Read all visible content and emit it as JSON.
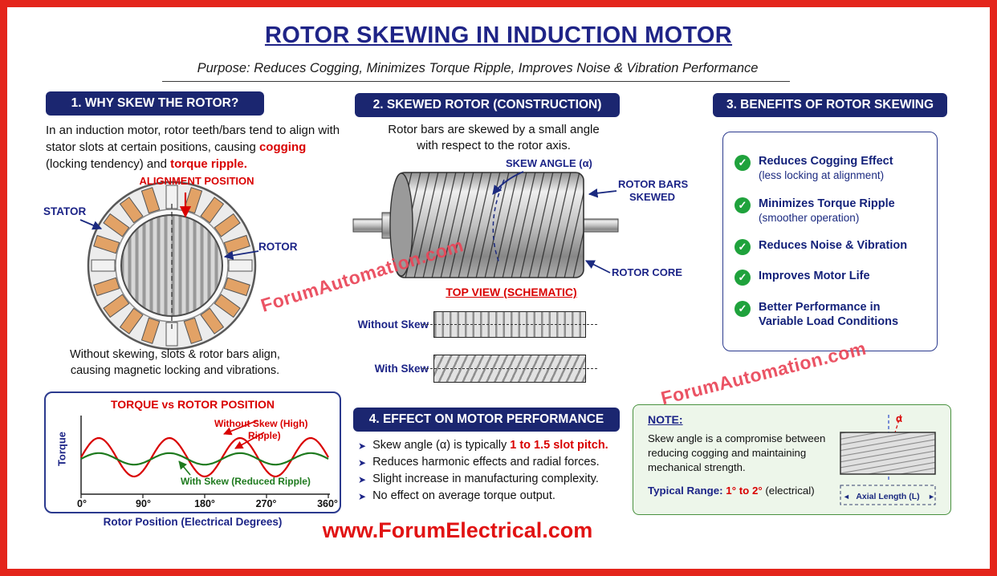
{
  "page": {
    "title": "ROTOR SKEWING IN INDUCTION MOTOR",
    "subtitle": "Purpose: Reduces Cogging, Minimizes Torque Ripple, Improves Noise & Vibration Performance",
    "footer": "www.ForumElectrical.com",
    "watermark": "ForumAutomation.com"
  },
  "icons": {
    "check": "✓",
    "bullet": "➤",
    "arrow_left": "◄",
    "arrow_right": "►"
  },
  "colors": {
    "navy_text": "#1c2487",
    "header_bg": "#1b2670",
    "red": "#d90000",
    "green": "#1e7a1e",
    "check_green": "#1fa23c",
    "slot_orange": "#e2a266",
    "watermark": "#ea465b",
    "note_bg": "#edf6ea",
    "note_border": "#49913f",
    "frame_red": "#e4251b"
  },
  "section1": {
    "header": "1. WHY SKEW THE ROTOR?",
    "intro_part1": "In an induction motor, rotor teeth/bars tend to align with stator slots at certain positions, causing ",
    "intro_cogging": "cogging",
    "intro_part2": " (locking tendency) and ",
    "intro_torque_ripple": "torque ripple.",
    "label_alignment_position": "ALIGNMENT POSITION",
    "label_stator": "STATOR",
    "label_rotor": "ROTOR",
    "caption": "Without skewing, slots & rotor bars align, causing magnetic locking and vibrations."
  },
  "chart_labels": {
    "legend_without_line1": "Without Skew (High)",
    "legend_without_line2": "Ripple)",
    "legend_with": "With Skew (Reduced Ripple)"
  },
  "chart_data": {
    "type": "line",
    "title": "TORQUE vs ROTOR POSITION",
    "xlabel": "Rotor Position (Electrical Degrees)",
    "ylabel": "Torque",
    "x_ticks": [
      "0°",
      "90°",
      "180°",
      "270°",
      "360°"
    ],
    "x_range": [
      0,
      360
    ],
    "grid": false,
    "legend_position": "inline-annotations",
    "series": [
      {
        "name": "Without Skew (High Ripple)",
        "color": "#d90000",
        "waveform": "sine",
        "ripple_cycles": 3.5,
        "amplitude": 1.0,
        "mean": 0.5
      },
      {
        "name": "With Skew (Reduced Ripple)",
        "color": "#1e7a1e",
        "waveform": "sine",
        "ripple_cycles": 3.5,
        "amplitude": 0.3,
        "mean": 0.45
      }
    ]
  },
  "section2": {
    "header": "2. SKEWED ROTOR (CONSTRUCTION)",
    "description_line1": "Rotor bars are skewed by a small angle",
    "description_line2": "with respect to the rotor axis.",
    "label_skew_angle": "SKEW ANGLE (α)",
    "label_rotor_bars_line1": "ROTOR BARS",
    "label_rotor_bars_line2": "SKEWED",
    "label_rotor_core": "ROTOR CORE",
    "top_view_title": "TOP VIEW (SCHEMATIC)",
    "row_without_skew": "Without Skew",
    "row_with_skew": "With Skew"
  },
  "section3": {
    "header": "3. BENEFITS OF ROTOR SKEWING",
    "benefits": [
      {
        "title": "Reduces Cogging Effect",
        "sub": "(less locking at alignment)"
      },
      {
        "title": "Minimizes Torque Ripple",
        "sub": "(smoother operation)"
      },
      {
        "title": "Reduces Noise & Vibration",
        "sub": ""
      },
      {
        "title": "Improves Motor Life",
        "sub": ""
      },
      {
        "title": "Better Performance in Variable Load Conditions",
        "sub": ""
      }
    ]
  },
  "section4": {
    "header": "4. EFFECT ON MOTOR PERFORMANCE",
    "bullet1_part1": "Skew angle (α) is typically ",
    "bullet1_highlight": "1 to 1.5 slot pitch.",
    "bullet2": "Reduces harmonic effects and radial forces.",
    "bullet3": "Slight increase in manufacturing complexity.",
    "bullet4": "No effect on average torque output."
  },
  "note": {
    "title": "NOTE:",
    "body": "Skew angle is a compromise between reducing cogging and maintaining mechanical strength.",
    "range_label": "Typical Range:",
    "range_value": "1° to 2°",
    "range_suffix": " (electrical)",
    "alpha": "α",
    "axial_length_label": "Axial Length (L)"
  }
}
